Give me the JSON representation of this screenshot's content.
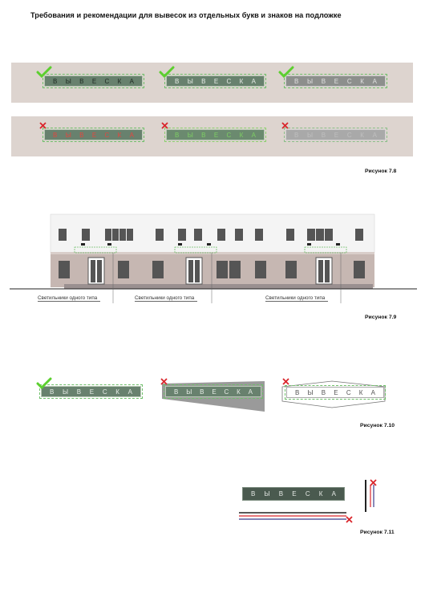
{
  "page": {
    "title": "Требования и рекомендации для вывесок из отдельных букв и знаков на подложке"
  },
  "sign_letters": [
    "В",
    "Ы",
    "В",
    "Е",
    "С",
    "К",
    "А"
  ],
  "figures": {
    "fig_7_8": {
      "caption": "Рисунок 7.8"
    },
    "fig_7_9": {
      "caption": "Рисунок 7.9",
      "lamp_labels": [
        "Светильники одного типа",
        "Светильники одного типа",
        "Светильники одного типа"
      ]
    },
    "fig_7_10": {
      "caption": "Рисунок 7.10"
    },
    "fig_7_11": {
      "caption": "Рисунок 7.11"
    }
  },
  "icons": {
    "correct": "check-icon",
    "wrong": "cross-icon"
  },
  "colors": {
    "panel": "#ddd4cf",
    "sign_green": "#68816e",
    "check": "#5ccf2f",
    "cross": "#d9252b",
    "facade_lower": "#c6b7b2",
    "facade_upper": "#f4f4f4",
    "window": "#555555"
  }
}
